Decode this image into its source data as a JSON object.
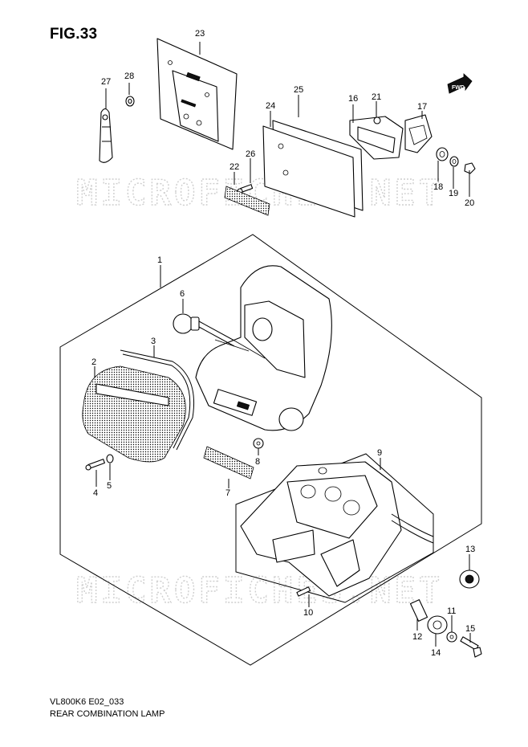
{
  "figure": {
    "title": "FIG.33"
  },
  "footer": {
    "model": "VL800K6 E02_033",
    "caption": "REAR COMBINATION LAMP"
  },
  "watermark": {
    "text": "MICROFICHES.NET",
    "color": "#cfcfcf"
  },
  "fwd_arrow": {
    "label": "FWD"
  },
  "callouts": [
    {
      "id": "c1",
      "label": "1"
    },
    {
      "id": "c2",
      "label": "2"
    },
    {
      "id": "c3",
      "label": "3"
    },
    {
      "id": "c4",
      "label": "4"
    },
    {
      "id": "c5",
      "label": "5"
    },
    {
      "id": "c6",
      "label": "6"
    },
    {
      "id": "c7",
      "label": "7"
    },
    {
      "id": "c8",
      "label": "8"
    },
    {
      "id": "c9",
      "label": "9"
    },
    {
      "id": "c10",
      "label": "10"
    },
    {
      "id": "c11",
      "label": "11"
    },
    {
      "id": "c12",
      "label": "12"
    },
    {
      "id": "c13",
      "label": "13"
    },
    {
      "id": "c14",
      "label": "14"
    },
    {
      "id": "c15",
      "label": "15"
    },
    {
      "id": "c16",
      "label": "16"
    },
    {
      "id": "c17",
      "label": "17"
    },
    {
      "id": "c18",
      "label": "18"
    },
    {
      "id": "c19",
      "label": "19"
    },
    {
      "id": "c20",
      "label": "20"
    },
    {
      "id": "c21",
      "label": "21"
    },
    {
      "id": "c22",
      "label": "22"
    },
    {
      "id": "c23",
      "label": "23"
    },
    {
      "id": "c24",
      "label": "24"
    },
    {
      "id": "c25",
      "label": "25"
    },
    {
      "id": "c26",
      "label": "26"
    },
    {
      "id": "c27",
      "label": "27"
    },
    {
      "id": "c28",
      "label": "28"
    }
  ]
}
